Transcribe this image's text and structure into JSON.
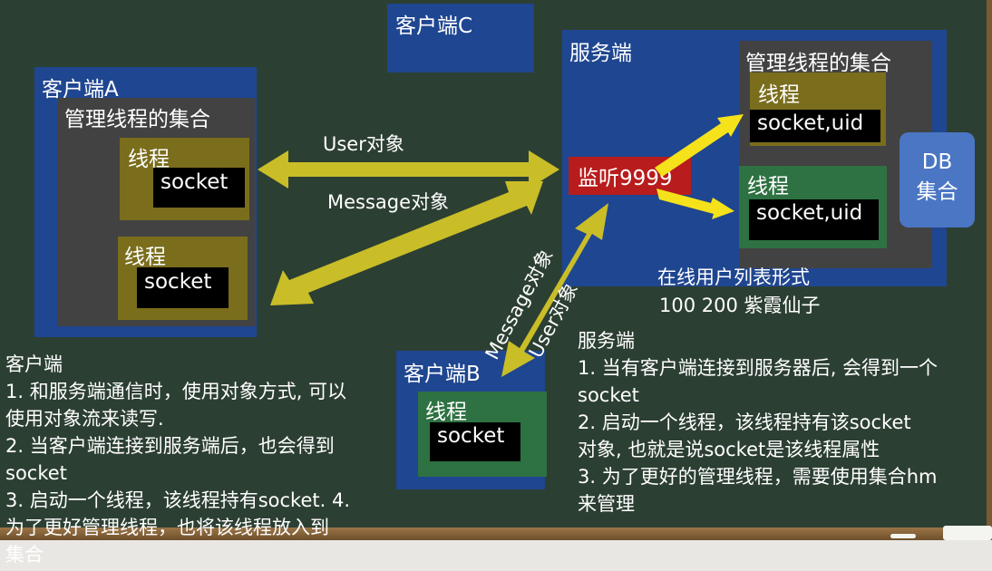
{
  "client_c": {
    "title": "客户端C"
  },
  "server": {
    "title": "服务端",
    "listen": "监听9999",
    "manager_title": "管理线程的集合",
    "threads": [
      {
        "label": "线程",
        "socket": "socket,uid"
      },
      {
        "label": "线程",
        "socket": "socket,uid"
      }
    ],
    "db": {
      "line1": "DB",
      "line2": "集合"
    },
    "online_title": "在线用户列表形式",
    "online_values": "100  200  紫霞仙子"
  },
  "client_a": {
    "title": "客户端A",
    "manager_title": "管理线程的集合",
    "threads": [
      {
        "label": "线程",
        "socket": "socket"
      },
      {
        "label": "线程",
        "socket": "socket"
      }
    ]
  },
  "client_b": {
    "title": "客户端B",
    "thread": {
      "label": "线程",
      "socket": "socket"
    }
  },
  "arrows": {
    "user_obj": "User对象",
    "message_obj": "Message对象",
    "message_obj_b": "Message对象",
    "user_obj_b": "User对象"
  },
  "notes": {
    "client": {
      "title": "客户端",
      "lines": [
        "1. 和服务端通信时，使用对象方式, 可以",
        "使用对象流来读写.",
        "2. 当客户端连接到服务端后，也会得到",
        "socket",
        "3. 启动一个线程，该线程持有socket. 4.",
        "为了更好管理线程，也将该线程放入到",
        "集合"
      ]
    },
    "server": {
      "title": "服务端",
      "lines": [
        "1. 当有客户端连接到服务器后, 会得到一个",
        "socket",
        "2. 启动一个线程，该线程持有该socket",
        "对象, 也就是说socket是该线程属性",
        "3. 为了更好的管理线程，需要使用集合hm",
        "来管理"
      ]
    }
  },
  "colors": {
    "board": "#2c3f33",
    "blue_box": "#1f4690",
    "manager_box": "#424242",
    "thread_olive": "#7a6d1c",
    "thread_green": "#2e7142",
    "listen_red": "#b81c1c",
    "db_blue": "#4a76c4",
    "arrow_olive": "#c9bd28",
    "arrow_yellow": "#f5e21a"
  }
}
